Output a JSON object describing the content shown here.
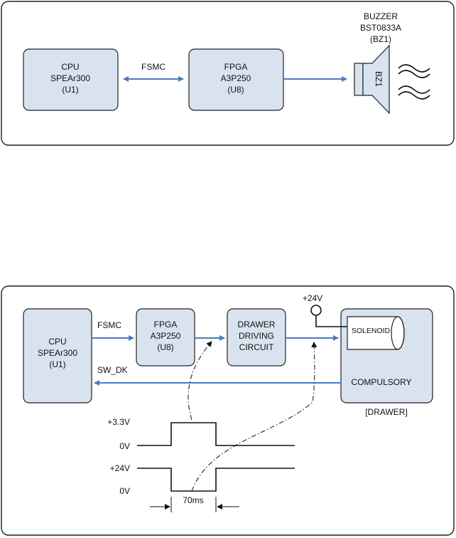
{
  "diagram1": {
    "cpu": {
      "lines": [
        "CPU",
        "SPEAr300",
        "(U1)"
      ]
    },
    "fpga": {
      "lines": [
        "FPGA",
        "A3P250",
        "(U8)"
      ]
    },
    "bus_label": "FSMC",
    "buzzer": {
      "lines": [
        "BUZZER",
        "BST0833A",
        "(BZ1)"
      ],
      "body_label": "BZ1"
    }
  },
  "diagram2": {
    "cpu": {
      "lines": [
        "CPU",
        "SPEAr300",
        "(U1)"
      ]
    },
    "fpga": {
      "lines": [
        "FPGA",
        "A3P250",
        "(U8)"
      ]
    },
    "driver": {
      "lines": [
        "DRAWER",
        "DRIVING",
        "CIRCUIT"
      ]
    },
    "bus_label": "FSMC",
    "sense_label": "SW_DK",
    "supply_label": "+24V",
    "solenoid_label": "SOLENOID",
    "compulsory_label": "COMPULSORY",
    "drawer_label": "[DRAWER]",
    "timing": {
      "labels": [
        "+3.3V",
        "0V",
        "+24V",
        "0V"
      ],
      "pulse_width": "70ms"
    }
  },
  "colors": {
    "block_fill": "#d9e3f0",
    "wire": "#4a7cc0"
  }
}
